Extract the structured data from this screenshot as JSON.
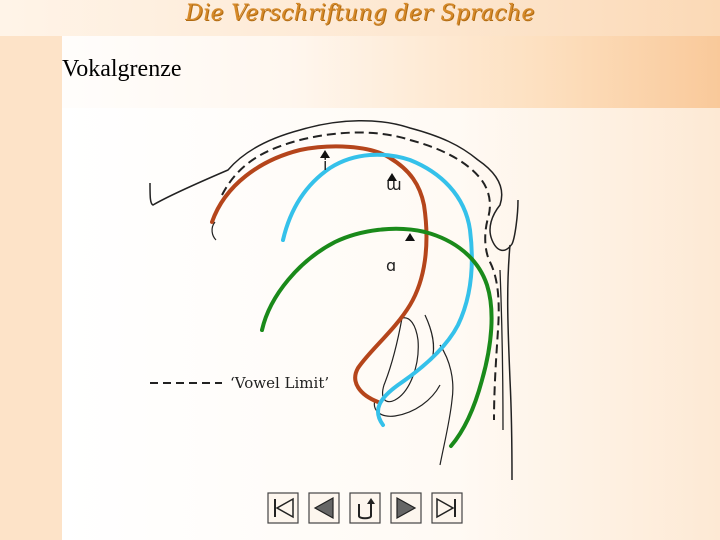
{
  "header": {
    "title": "Die Verschriftung der Sprache"
  },
  "slide": {
    "subtitle": "Vokalgrenze"
  },
  "diagram": {
    "vowel_labels": {
      "i": "i",
      "u": "ɯ",
      "a": "ɑ"
    },
    "legend_label": "‘Vowel Limit’",
    "colors": {
      "i_curve": "#b5451b",
      "u_curve": "#35c1ea",
      "a_curve": "#1a8a1a",
      "outline": "#222222",
      "background_title": "#d68a2a"
    }
  },
  "navigation": {
    "buttons": [
      {
        "name": "first-slide",
        "icon": "skip-to-start-icon"
      },
      {
        "name": "previous-slide",
        "icon": "triangle-left-icon"
      },
      {
        "name": "return",
        "icon": "return-arrow-icon"
      },
      {
        "name": "next-slide",
        "icon": "triangle-right-icon"
      },
      {
        "name": "last-slide",
        "icon": "skip-to-end-icon"
      }
    ]
  }
}
